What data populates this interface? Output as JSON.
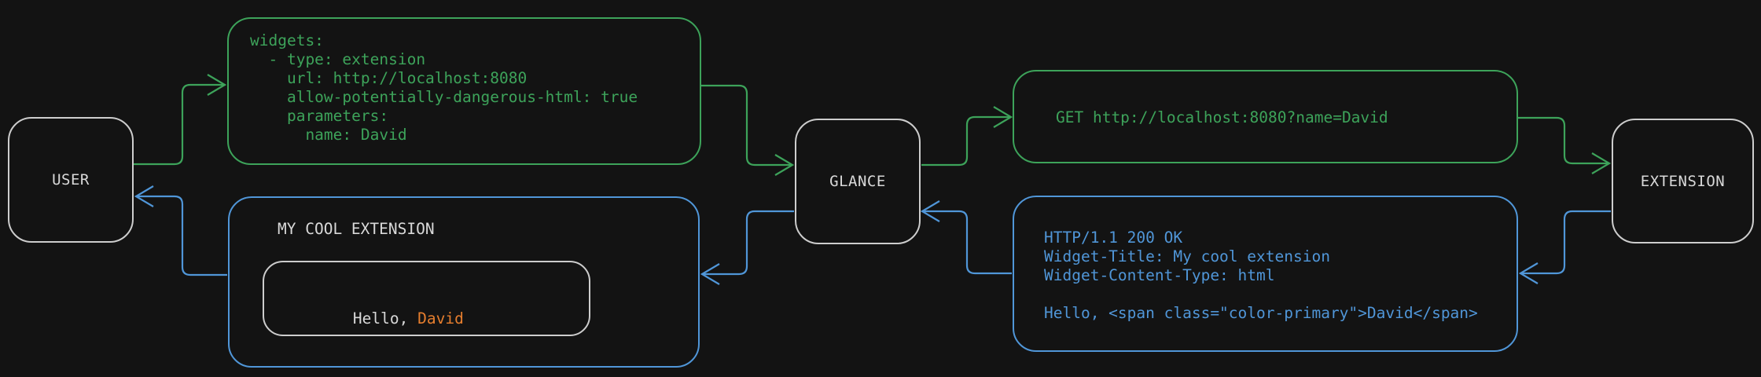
{
  "colors": {
    "background": "#131313",
    "green": "#3da35a",
    "blue": "#5096d8",
    "gray_border": "#cdcdcd",
    "text_light": "#d9d9d9",
    "orange": "#e67e2e"
  },
  "nodes": {
    "user": {
      "label": "USER"
    },
    "glance": {
      "label": "GLANCE"
    },
    "extension": {
      "label": "EXTENSION"
    }
  },
  "config_yaml": {
    "lines": [
      "widgets:",
      "  - type: extension",
      "    url: http://localhost:8080",
      "    allow-potentially-dangerous-html: true",
      "    parameters:",
      "      name: David"
    ]
  },
  "http_request": {
    "text": "GET http://localhost:8080?name=David"
  },
  "http_response": {
    "lines": [
      "HTTP/1.1 200 OK",
      "Widget-Title: My cool extension",
      "Widget-Content-Type: html",
      "",
      "Hello, <span class=\"color-primary\">David</span>"
    ]
  },
  "rendered_widget": {
    "title": "MY COOL EXTENSION",
    "greeting_prefix": "Hello, ",
    "greeting_name": "David"
  }
}
